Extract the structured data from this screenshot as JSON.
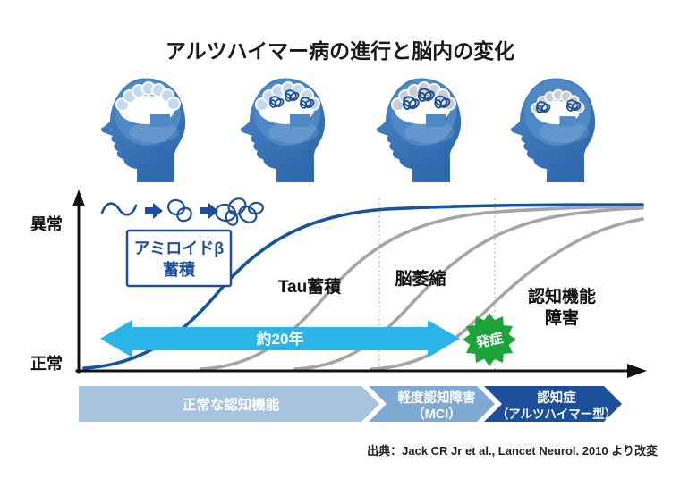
{
  "title": "アルツハイマー病の進行と脳内の変化",
  "y_axis": {
    "top": "異常",
    "bottom": "正常"
  },
  "amyloid_box": {
    "line1": "アミロイドβ",
    "line2": "蓄積"
  },
  "curve_labels": {
    "tau": "Tau蓄積",
    "atrophy": "脳萎縮",
    "cognitive_line1": "認知機能",
    "cognitive_line2": "障害"
  },
  "timeline": {
    "duration": "約20年",
    "onset": "発症"
  },
  "stages": [
    {
      "line1": "正常な認知機能"
    },
    {
      "line1": "軽度認知障害",
      "line2": "（MCI）"
    },
    {
      "line1": "認知症",
      "line2": "（アルツハイマー型）"
    }
  ],
  "source": "出典：Jack CR Jr et al., Lancet Neurol. 2010 より改変",
  "icons": {
    "heads": [
      "head-healthy-brain-icon",
      "head-amyloid-plaques-icon",
      "head-tau-tangles-icon",
      "head-atrophied-brain-icon"
    ],
    "amyloid_process": [
      "amyloid-monomer-wave-icon",
      "arrow-right-icon",
      "amyloid-oligomer-tangle-icon",
      "arrow-right-icon",
      "amyloid-plaque-tangle-icon"
    ],
    "onset_marker": "starburst-badge-icon"
  },
  "colors": {
    "head_blue": "#3c79ba",
    "navy": "#1d4e9a",
    "curve_blue": "#15549e",
    "curve_gray": "#a5a5a5",
    "timeline_cyan": "#29b5e8",
    "onset_green": "#1ca43b",
    "stage1_bar": "#a6c3df",
    "stage2_bar": "#7ea9d2",
    "stage3_bar": "#1c4f9a"
  },
  "chart_data": {
    "type": "line",
    "title": "アルツハイマー病の進行と脳内の変化",
    "y_axis_qualitative": [
      "正常",
      "異常"
    ],
    "series": [
      {
        "name": "アミロイドβ蓄積",
        "color": "#15549e",
        "sigmoid_start": 0.01,
        "sigmoid_mid": 0.25,
        "sigmoid_end": 0.55
      },
      {
        "name": "Tau蓄積",
        "color": "#a5a5a5",
        "sigmoid_start": 0.22,
        "sigmoid_mid": 0.44,
        "sigmoid_end": 0.75
      },
      {
        "name": "脳萎縮",
        "color": "#a5a5a5",
        "sigmoid_start": 0.39,
        "sigmoid_mid": 0.59,
        "sigmoid_end": 0.88
      },
      {
        "name": "認知機能障害",
        "color": "#a5a5a5",
        "sigmoid_start": 0.52,
        "sigmoid_mid": 0.73,
        "sigmoid_end": 1.0
      }
    ],
    "annotations": [
      {
        "text": "約20年",
        "type": "duration-arrow"
      },
      {
        "text": "発症",
        "type": "onset-marker"
      }
    ],
    "stage_axis": [
      "正常な認知機能",
      "軽度認知障害（MCI）",
      "認知症（アルツハイマー型）"
    ]
  }
}
